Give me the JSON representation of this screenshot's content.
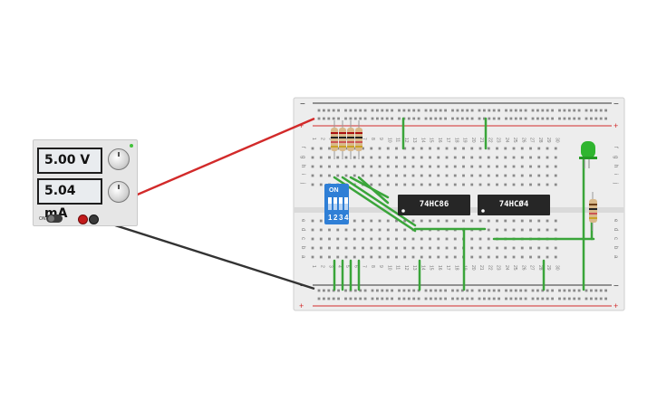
{
  "power_supply": {
    "voltage_display": "5.00 V",
    "current_display": "5.04 mA",
    "on_label": "ON"
  },
  "chips": {
    "xor_gate": "74HC86",
    "inverter": "74HCØ4"
  },
  "dip_switch": {
    "on_label": "ON",
    "numbers": [
      "1",
      "2",
      "3",
      "4"
    ]
  },
  "breadboard": {
    "columns": 30,
    "rows_top": [
      "j",
      "i",
      "h",
      "g",
      "f"
    ],
    "rows_bottom": [
      "e",
      "d",
      "c",
      "b",
      "a"
    ],
    "rail_plus": "+",
    "rail_minus": "−"
  },
  "colors": {
    "wire_positive": "#d22a2a",
    "wire_negative": "#333333",
    "jumper": "#3aa53a",
    "led": "#2fb52f",
    "dip_body": "#2f7fd6"
  }
}
